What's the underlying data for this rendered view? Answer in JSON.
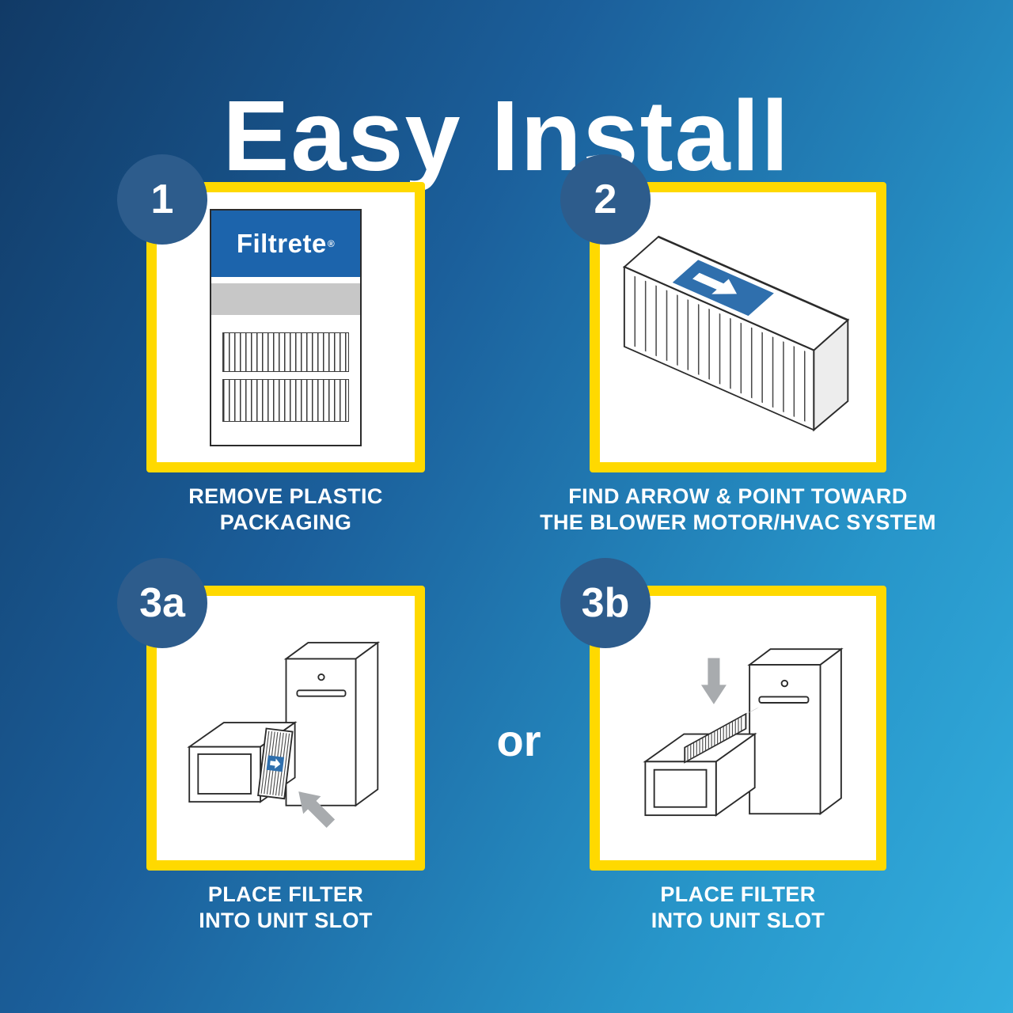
{
  "page": {
    "title": "Easy Install",
    "or_label": "or"
  },
  "brand": {
    "logo_text": "Filtrete",
    "reg_mark": "®"
  },
  "steps": [
    {
      "badge": "1",
      "caption_lines": [
        "REMOVE PLASTIC",
        "PACKAGING"
      ],
      "illustration": "filtrete-filter-package"
    },
    {
      "badge": "2",
      "caption_lines": [
        "FIND ARROW & POINT TOWARD",
        "THE BLOWER MOTOR/HVAC SYSTEM"
      ],
      "illustration": "filter-airflow-arrow"
    },
    {
      "badge": "3a",
      "caption_lines": [
        "PLACE FILTER",
        "INTO UNIT SLOT"
      ],
      "illustration": "hvac-unit-side-slot-insert"
    },
    {
      "badge": "3b",
      "caption_lines": [
        "PLACE FILTER",
        "INTO UNIT SLOT"
      ],
      "illustration": "hvac-unit-top-slot-insert"
    }
  ],
  "colors": {
    "background_gradient_start": "#113a66",
    "background_gradient_end": "#33aede",
    "panel_border_yellow": "#ffd900",
    "badge_blue": "#2d5c8c",
    "text_white": "#ffffff",
    "filtrete_logo_blue": "#1c64ac",
    "airflow_arrow_blue": "#2f6fad",
    "insert_arrow_gray": "#a8abae"
  }
}
